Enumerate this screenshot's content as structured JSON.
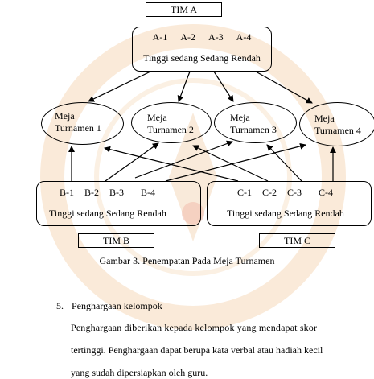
{
  "team_a": {
    "label": "TIM A",
    "members": [
      "A-1",
      "A-2",
      "A-3",
      "A-4"
    ],
    "levels": "Tinggi sedang  Sedang Rendah"
  },
  "team_b": {
    "label": "TIM B",
    "members": [
      "B-1",
      "B-2",
      "B-3",
      "B-4"
    ],
    "levels": "Tinggi sedang  Sedang Rendah"
  },
  "team_c": {
    "label": "TIM C",
    "members": [
      "C-1",
      "C-2",
      "C-3",
      "C-4"
    ],
    "levels": "Tinggi sedang  Sedang Rendah"
  },
  "tables": [
    {
      "line1": "Meja",
      "line2": "Turnamen 1"
    },
    {
      "line1": "Meja",
      "line2": "Turnamen 2"
    },
    {
      "line1": "Meja",
      "line2": "Turnamen 3"
    },
    {
      "line1": "Meja",
      "line2": "Turnamen 4"
    }
  ],
  "caption": "Gambar 3. Penempatan Pada Meja Turnamen",
  "section": {
    "number": "5.",
    "title": "Penghargaan kelompok",
    "lines": [
      "Penghargaan  diberikan  kepada  kelompok  yang  mendapat  skor",
      "tertinggi. Penghargaan dapat berupa kata verbal atau hadiah kecil",
      "yang sudah dipersiapkan oleh guru."
    ]
  }
}
